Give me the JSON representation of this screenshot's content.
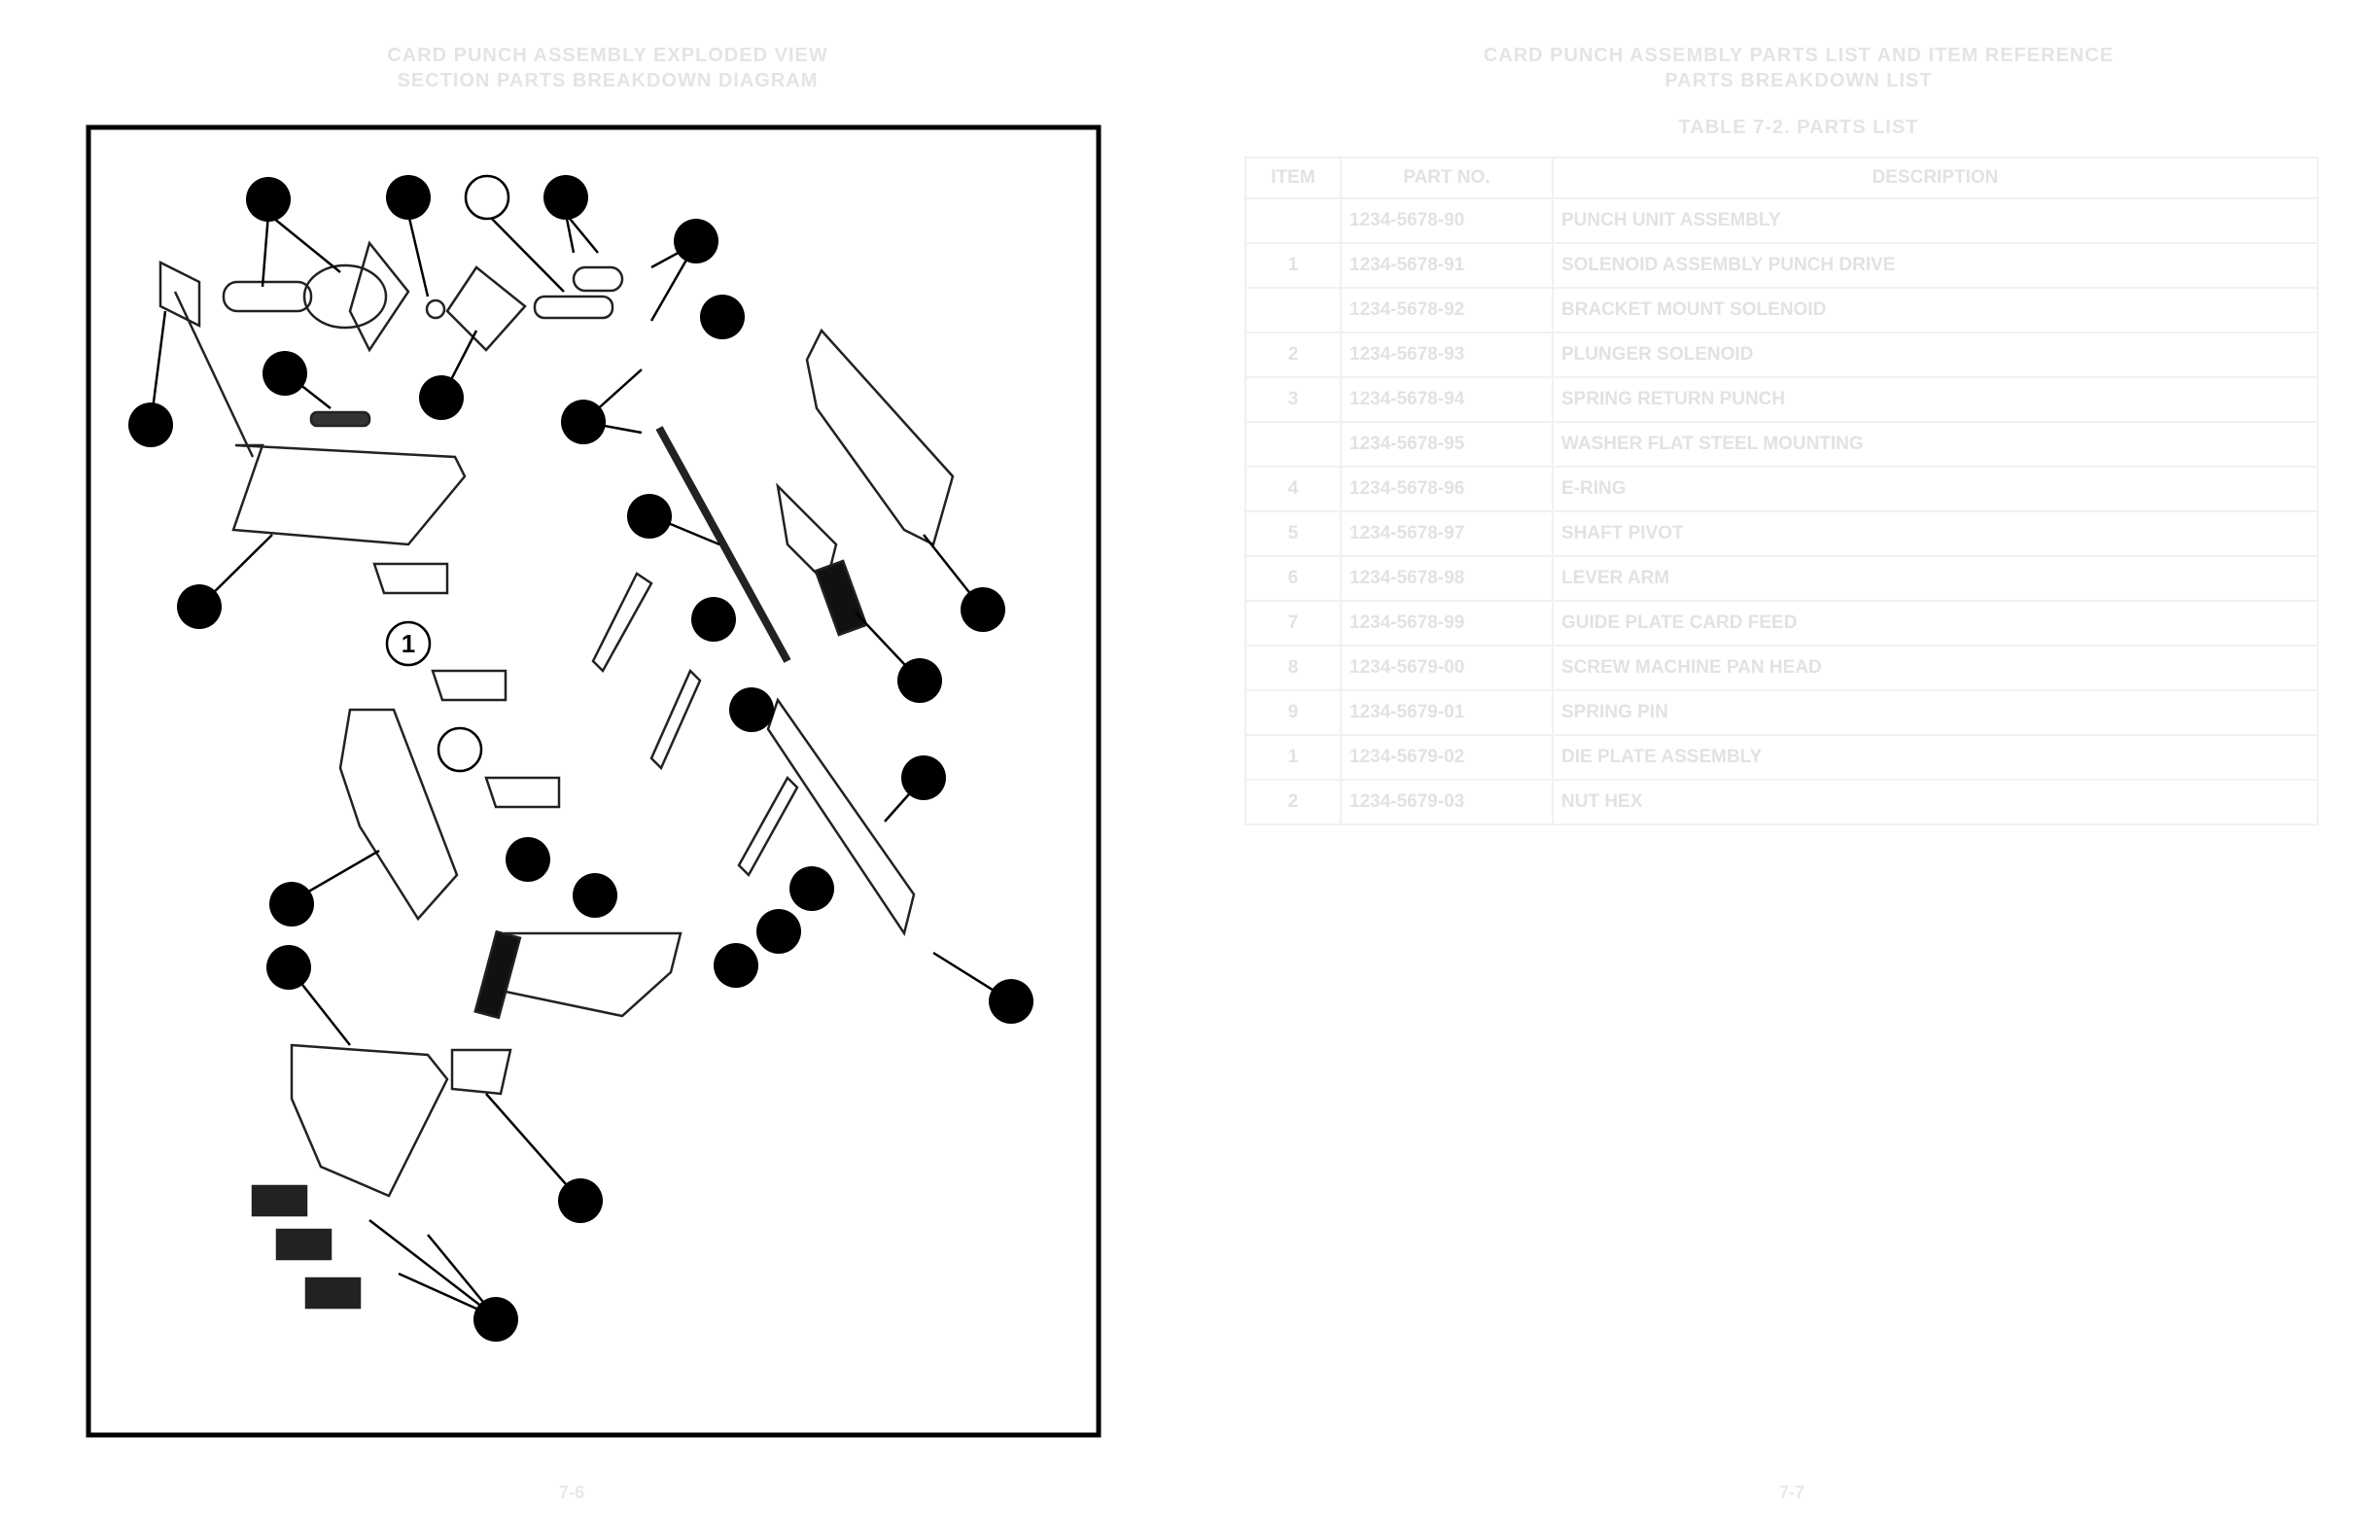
{
  "left_page": {
    "title_lines": [
      "CARD PUNCH ASSEMBLY EXPLODED VIEW",
      "SECTION PARTS BREAKDOWN DIAGRAM"
    ],
    "figure": {
      "callout_label": "1",
      "callout_count_filled": 26,
      "callout_count_open": 2
    },
    "page_number": "7-6"
  },
  "right_page": {
    "title_lines": [
      "CARD PUNCH ASSEMBLY PARTS LIST AND ITEM REFERENCE",
      "PARTS BREAKDOWN LIST"
    ],
    "table_caption": "TABLE 7-2. PARTS LIST",
    "table": {
      "headers": [
        "ITEM",
        "PART NO.",
        "DESCRIPTION"
      ],
      "rows": [
        [
          "",
          "1234-5678-90",
          "PUNCH UNIT ASSEMBLY"
        ],
        [
          "1",
          "1234-5678-91",
          "SOLENOID ASSEMBLY PUNCH DRIVE"
        ],
        [
          "",
          "1234-5678-92",
          "BRACKET MOUNT SOLENOID"
        ],
        [
          "2",
          "1234-5678-93",
          "PLUNGER SOLENOID"
        ],
        [
          "3",
          "1234-5678-94",
          "SPRING RETURN PUNCH"
        ],
        [
          "",
          "1234-5678-95",
          "WASHER FLAT STEEL MOUNTING"
        ],
        [
          "4",
          "1234-5678-96",
          "E-RING"
        ],
        [
          "5",
          "1234-5678-97",
          "SHAFT PIVOT"
        ],
        [
          "6",
          "1234-5678-98",
          "LEVER ARM"
        ],
        [
          "7",
          "1234-5678-99",
          "GUIDE PLATE CARD FEED"
        ],
        [
          "8",
          "1234-5679-00",
          "SCREW MACHINE PAN HEAD"
        ],
        [
          "9",
          "1234-5679-01",
          "SPRING PIN"
        ],
        [
          "1",
          "1234-5679-02",
          "DIE PLATE ASSEMBLY"
        ],
        [
          "2",
          "1234-5679-03",
          "NUT HEX"
        ]
      ]
    },
    "page_number": "7-7"
  }
}
